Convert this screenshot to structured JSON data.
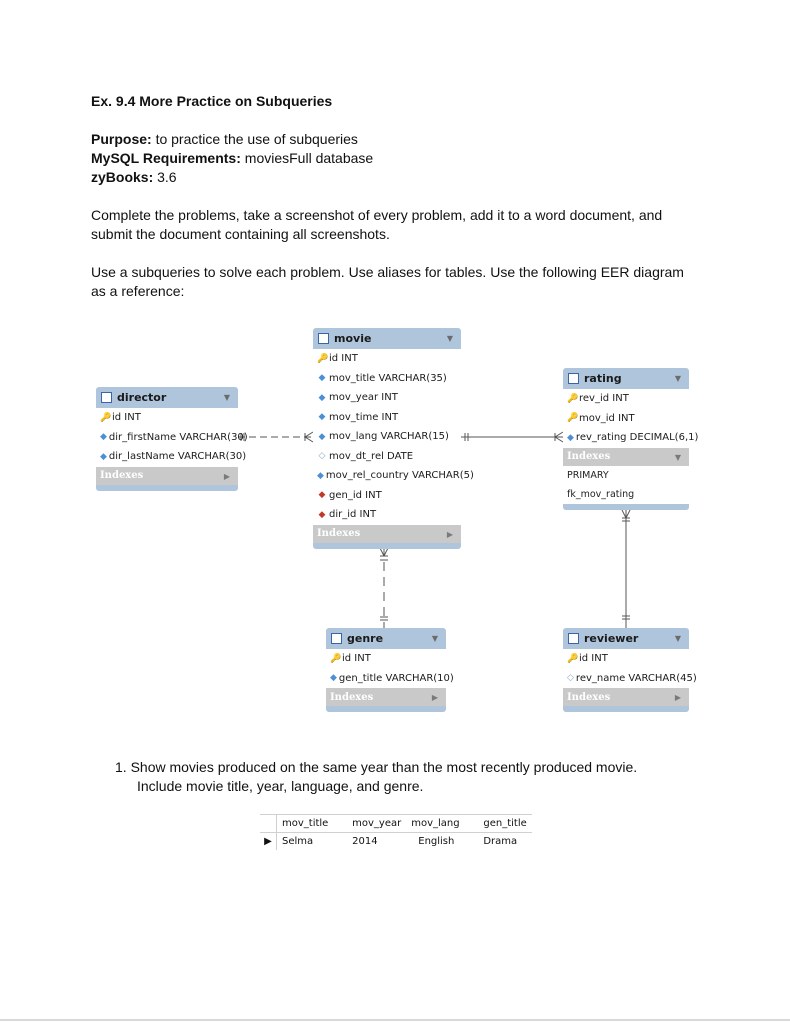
{
  "doc": {
    "title": "Ex. 9.4 More Practice on Subqueries",
    "purpose_label": "Purpose:",
    "purpose": " to practice the use of subqueries",
    "mysql_label": "MySQL Requirements:",
    "mysql": " moviesFull database",
    "zybooks_label": "zyBooks:",
    "zybooks": " 3.6",
    "para1_line1": "Complete the problems, take a screenshot of every problem, add it to a word document, and",
    "para1_line2": "submit the document containing all screenshots.",
    "para2_line1": "Use a subqueries to solve each problem. Use aliases for tables. Use the following EER diagram",
    "para2_line2": "as a reference:",
    "q1_line1": "1.   Show movies produced on the same year than the most recently produced movie.",
    "q1_line2": "Include movie title, year, language, and genre."
  },
  "eer": {
    "movie": {
      "name": "movie",
      "columns": [
        "id INT",
        "mov_title VARCHAR(35)",
        "mov_year INT",
        "mov_time INT",
        "mov_lang VARCHAR(15)",
        "mov_dt_rel DATE",
        "mov_rel_country VARCHAR(5)",
        "gen_id INT",
        "dir_id INT"
      ],
      "indexes": "Indexes"
    },
    "director": {
      "name": "director",
      "columns": [
        "id INT",
        "dir_firstName VARCHAR(30)",
        "dir_lastName VARCHAR(30)"
      ],
      "indexes": "Indexes"
    },
    "rating": {
      "name": "rating",
      "columns": [
        "rev_id INT",
        "mov_id INT",
        "rev_rating DECIMAL(6,1)"
      ],
      "indexes": "Indexes",
      "index_list": [
        "PRIMARY",
        "fk_mov_rating"
      ]
    },
    "genre": {
      "name": "genre",
      "columns": [
        "id INT",
        "gen_title VARCHAR(10)"
      ],
      "indexes": "Indexes"
    },
    "reviewer": {
      "name": "reviewer",
      "columns": [
        "id INT",
        "rev_name VARCHAR(45)"
      ],
      "indexes": "Indexes"
    }
  },
  "result": {
    "headers": [
      "mov_title",
      "mov_year",
      "mov_lang",
      "gen_title"
    ],
    "rows": [
      [
        "Selma",
        "2014",
        "English",
        "Drama"
      ]
    ]
  }
}
